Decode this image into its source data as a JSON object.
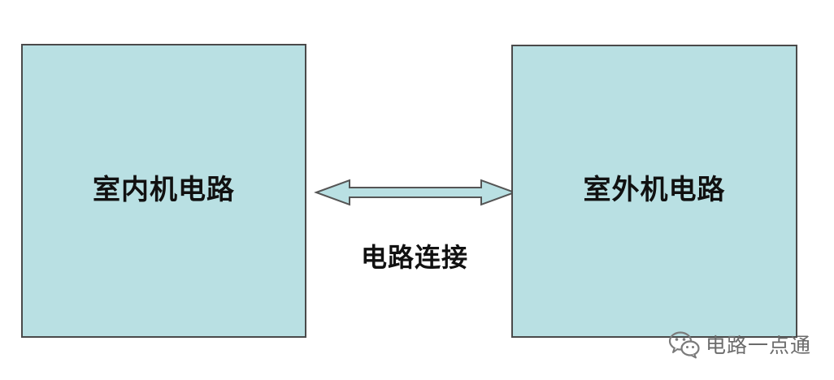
{
  "diagram": {
    "left_box": {
      "label": "室内机电路"
    },
    "right_box": {
      "label": "室外机电路"
    },
    "connection": {
      "label": "电路连接"
    },
    "colors": {
      "box_fill": "#b9e0e3",
      "box_border": "#4a4a4a",
      "arrow_fill": "#b9e0e3",
      "arrow_stroke": "#555555"
    }
  },
  "watermark": {
    "icon": "wechat-icon",
    "text": "电路一点通"
  }
}
